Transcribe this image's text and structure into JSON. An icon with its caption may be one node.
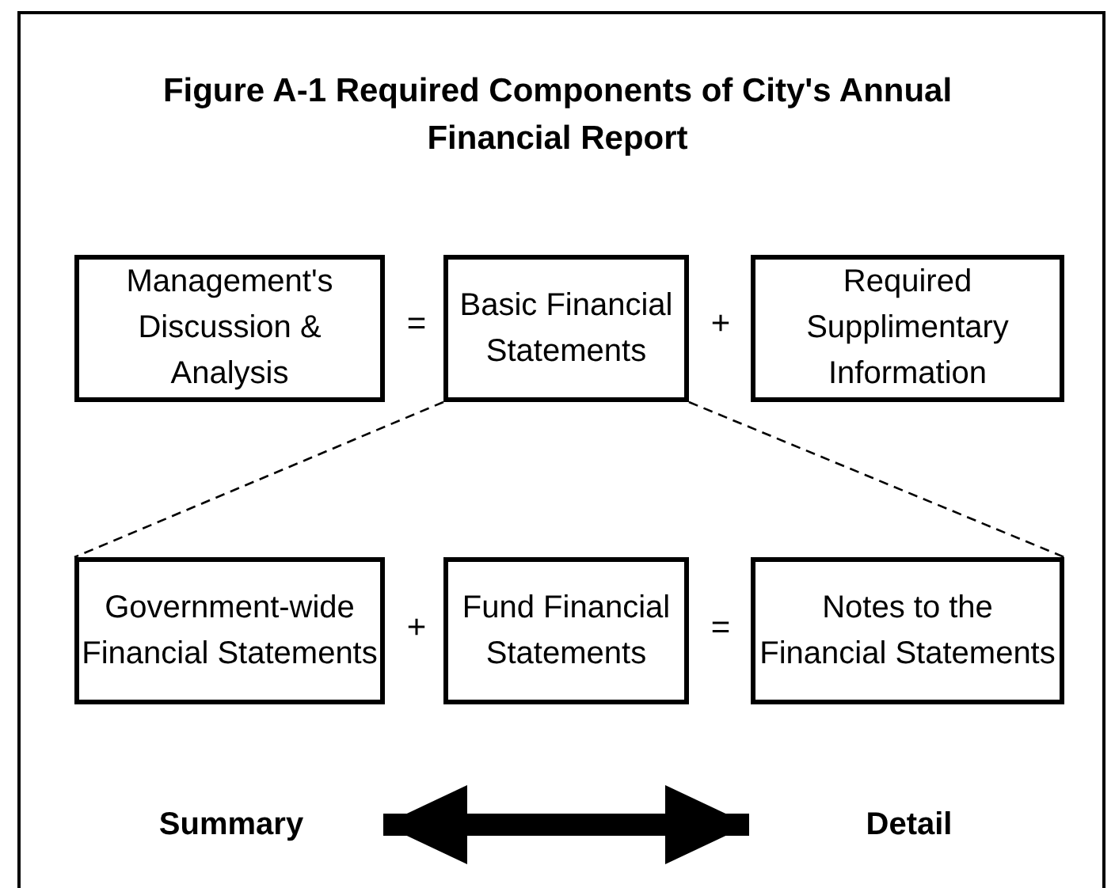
{
  "diagram": {
    "title": "Figure A-1 Required Components of City's Annual Financial Report",
    "nodes": [
      {
        "text": [
          "Management's Discussion & Analysis"
        ]
      },
      {
        "text": [
          "Basic Financial Statements"
        ]
      },
      {
        "text": [
          "Required Supplimentary Information"
        ]
      },
      {
        "text": [
          "Government-wide Financial Statements"
        ]
      },
      {
        "text": [
          "Fund Financial Statements"
        ]
      },
      {
        "text": [
          "Notes to the Financial Statements"
        ]
      },
      {
        "text": [
          "Summary"
        ]
      },
      {
        "text": [
          "Detail"
        ]
      }
    ],
    "edges": [
      {
        "from": 1,
        "to": 3,
        "arrow": "none",
        "style": "dashed"
      },
      {
        "from": 1,
        "to": 5,
        "arrow": "none",
        "style": "dashed"
      },
      {
        "from": 6,
        "to": 7,
        "arrow": "both",
        "style": "thick"
      }
    ],
    "labels": [
      "=",
      "+",
      "+",
      "="
    ]
  }
}
